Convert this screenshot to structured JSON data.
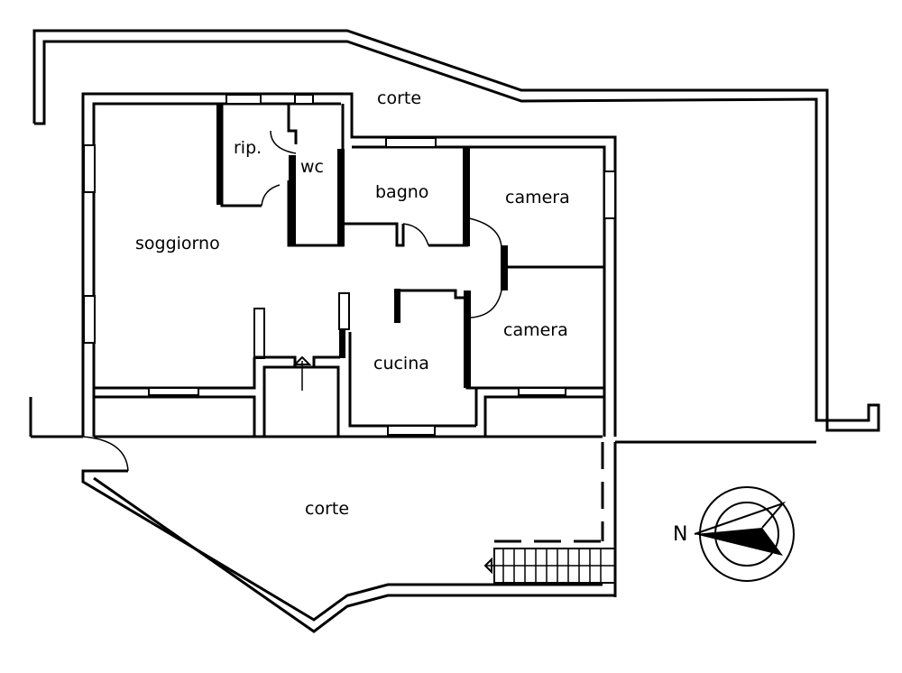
{
  "floor_plan": {
    "rooms": [
      {
        "id": "corte_top",
        "label": "corte"
      },
      {
        "id": "rip",
        "label": "rip."
      },
      {
        "id": "wc",
        "label": "wc"
      },
      {
        "id": "bagno",
        "label": "bagno"
      },
      {
        "id": "camera_1",
        "label": "camera"
      },
      {
        "id": "soggiorno",
        "label": "soggiorno"
      },
      {
        "id": "camera_2",
        "label": "camera"
      },
      {
        "id": "cucina",
        "label": "cucina"
      },
      {
        "id": "corte_bottom",
        "label": "corte"
      }
    ],
    "compass": {
      "label": "N"
    },
    "colors": {
      "line": "#000000",
      "background": "#ffffff"
    }
  }
}
